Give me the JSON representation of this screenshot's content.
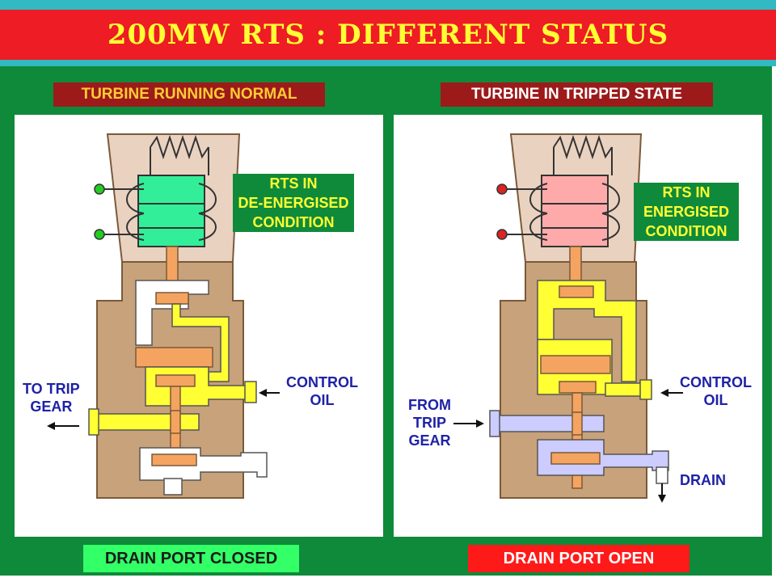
{
  "title": "200MW  RTS  :  DIFFERENT STATUS",
  "colors": {
    "background_green": "#0f8a3a",
    "title_red": "#ee1c24",
    "cyan_stripe": "#32b9c3",
    "title_yellow": "#ffff33",
    "label_blue": "#1e22a6",
    "valve_body": "#c8a27a",
    "bonnet": "#ead2c0",
    "oil_yellow": "#ffff33",
    "piston_orange": "#f4a460",
    "drain_lavender": "#ccccff",
    "coil_green": "#33ee99",
    "coil_pink": "#ffaaaa",
    "indicator_green": "#22cc22",
    "indicator_red": "#dd2222"
  },
  "left_panel": {
    "heading": "TURBINE RUNNING NORMAL",
    "condition": [
      "RTS IN",
      "DE-ENERGISED",
      "CONDITION"
    ],
    "label_left": [
      "TO TRIP",
      "GEAR"
    ],
    "label_right": [
      "CONTROL",
      "OIL"
    ],
    "footer": "DRAIN PORT CLOSED",
    "indicator_icon": "green-dot-icon"
  },
  "right_panel": {
    "heading": "TURBINE IN TRIPPED STATE",
    "condition": [
      "RTS IN",
      "ENERGISED",
      "CONDITION"
    ],
    "label_left": [
      "FROM",
      "TRIP",
      "GEAR"
    ],
    "label_right": [
      "CONTROL",
      "OIL"
    ],
    "label_drain": "DRAIN",
    "footer": "DRAIN PORT OPEN",
    "indicator_icon": "red-dot-icon"
  }
}
